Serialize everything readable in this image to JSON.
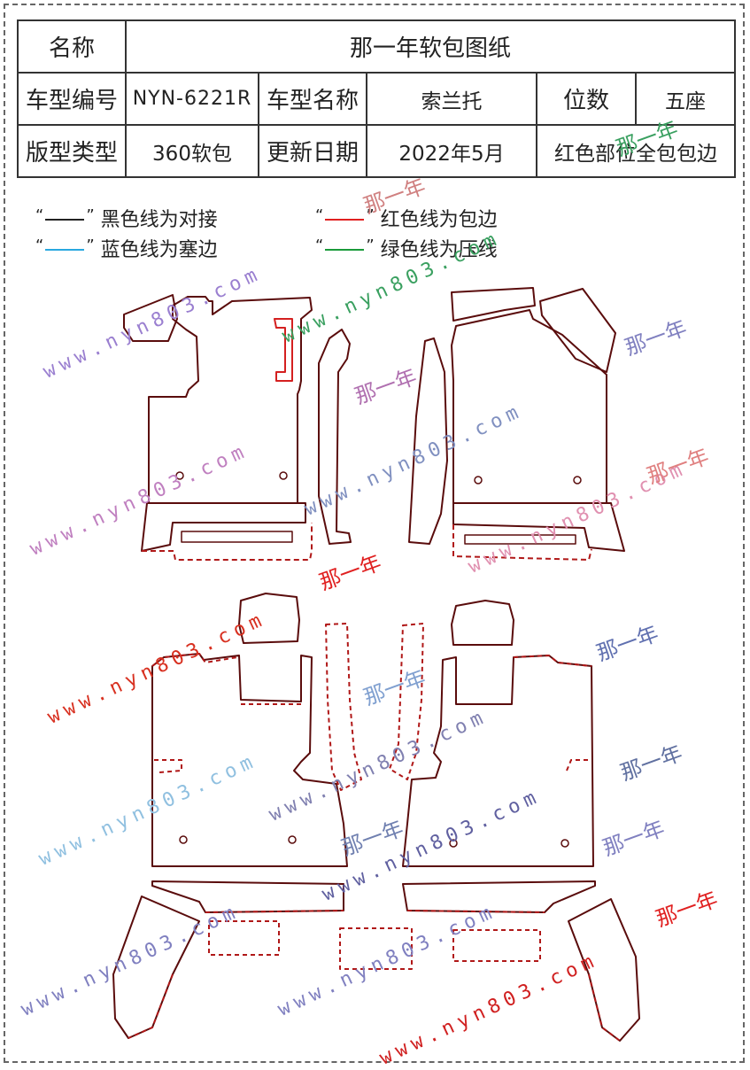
{
  "table": {
    "name_label": "名称",
    "name_value": "那一年软包图纸",
    "model_code_label": "车型编号",
    "model_code_value": "NYN-6221R",
    "model_name_label": "车型名称",
    "model_name_value": "索兰托",
    "seats_label": "位数",
    "seats_value": "五座",
    "pattern_type_label": "版型类型",
    "pattern_type_value": "360软包",
    "update_label": "更新日期",
    "update_value": "2022年5月",
    "note_value": "红色部位全包包边"
  },
  "legend": [
    {
      "label": "黑色线为对接",
      "color": "#222222"
    },
    {
      "label": "红色线为包边",
      "color": "#e02020"
    },
    {
      "label": "蓝色线为塞边",
      "color": "#29a8e0"
    },
    {
      "label": "绿色线为压线",
      "color": "#1a9a3a"
    }
  ],
  "watermarks": {
    "url": "www.nyn803.com",
    "brand": "那一年"
  },
  "colors": {
    "outline": "#5a0c0c",
    "edge": "#d42020",
    "dashed": "#b01818"
  }
}
